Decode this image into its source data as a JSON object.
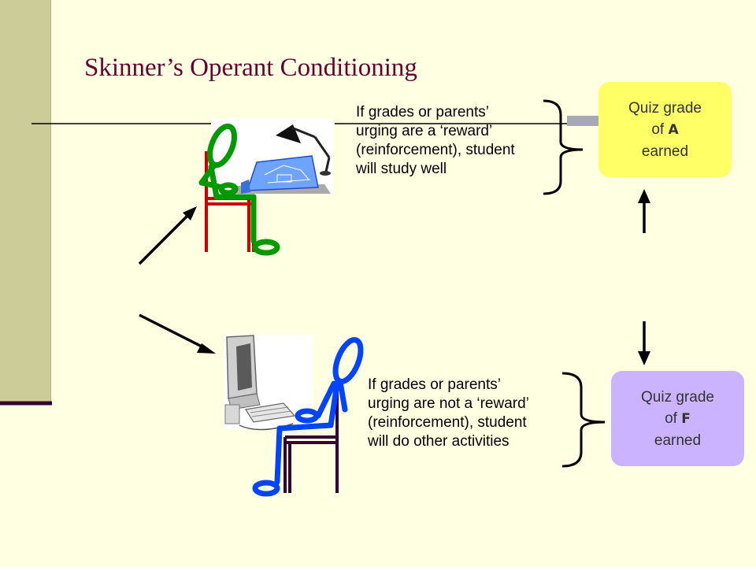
{
  "slide": {
    "title": "Skinner’s Operant Conditioning"
  },
  "top_path": {
    "caption": "If grades or parents’\nurging are a ‘reward’\n(reinforcement), student\nwill study well",
    "outcome": {
      "prefix": "Quiz grade",
      "of_word": "of",
      "grade": "A",
      "suffix": "earned",
      "color": "#FFFF66"
    }
  },
  "bottom_path": {
    "caption": "If grades or parents’\nurging are not a ‘reward’\n(reinforcement), student\nwill do other activities",
    "outcome": {
      "prefix": "Quiz grade",
      "of_word": "of",
      "grade": "F",
      "suffix": "earned",
      "color": "#CCB3FF"
    }
  },
  "colors": {
    "background": "#FFFFE1",
    "sidebar": "#CCCC99",
    "title": "#660033",
    "studying_figure": "#009900",
    "studying_chair": "#CC0000",
    "other_figure": "#0044FF",
    "other_chair": "#330033"
  },
  "icons": {
    "top_picture": "desk-lamp-with-blueprint-clipart",
    "bottom_picture": "computer-monitor-and-keyboard-clipart"
  }
}
